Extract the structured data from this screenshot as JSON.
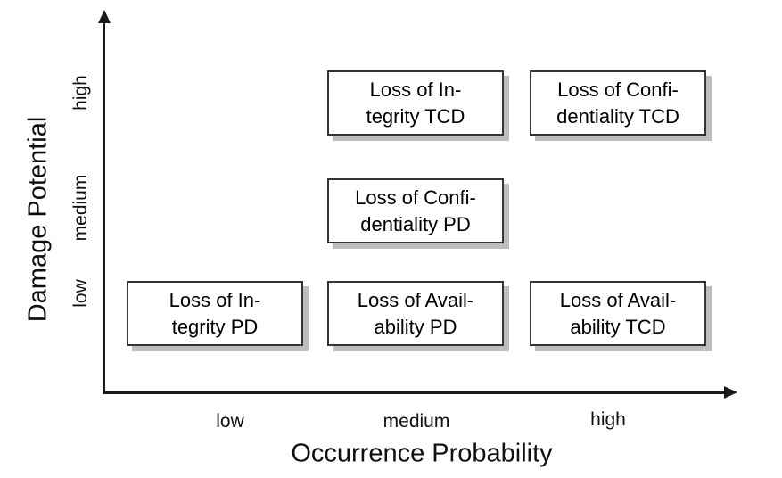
{
  "chart": {
    "xlabel": "Occurrence Probability",
    "ylabel": "Damage Potential",
    "x_ticks": [
      "low",
      "medium",
      "high"
    ],
    "y_ticks": [
      "low",
      "medium",
      "high"
    ]
  },
  "boxes": [
    {
      "line1": "Loss of In-",
      "line2": "tegrity TCD",
      "occurrence_probability": "medium",
      "damage_potential": "high"
    },
    {
      "line1": "Loss of Confi-",
      "line2": "dentiality TCD",
      "occurrence_probability": "high",
      "damage_potential": "high"
    },
    {
      "line1": "Loss of Confi-",
      "line2": "dentiality PD",
      "occurrence_probability": "medium",
      "damage_potential": "medium"
    },
    {
      "line1": "Loss of In-",
      "line2": "tegrity PD",
      "occurrence_probability": "low",
      "damage_potential": "low"
    },
    {
      "line1": "Loss of Avail-",
      "line2": "ability PD",
      "occurrence_probability": "medium",
      "damage_potential": "low"
    },
    {
      "line1": "Loss of Avail-",
      "line2": "ability TCD",
      "occurrence_probability": "high",
      "damage_potential": "low"
    }
  ],
  "chart_data": {
    "type": "scatter",
    "title": "",
    "xlabel": "Occurrence Probability",
    "ylabel": "Damage Potential",
    "x_ticks": [
      "low",
      "medium",
      "high"
    ],
    "y_ticks": [
      "low",
      "medium",
      "high"
    ],
    "grid": false,
    "legend": false,
    "points": [
      {
        "label": "Loss of Integrity TCD",
        "x": "medium",
        "y": "high"
      },
      {
        "label": "Loss of Confidentiality TCD",
        "x": "high",
        "y": "high"
      },
      {
        "label": "Loss of Confidentiality PD",
        "x": "medium",
        "y": "medium"
      },
      {
        "label": "Loss of Integrity PD",
        "x": "low",
        "y": "low"
      },
      {
        "label": "Loss of Availability PD",
        "x": "medium",
        "y": "low"
      },
      {
        "label": "Loss of Availability TCD",
        "x": "high",
        "y": "low"
      }
    ]
  },
  "colors": {
    "background": "#ffffff",
    "axis": "#1a1a1a",
    "text": "#101010",
    "box_border": "#343434",
    "box_shadow": "#bdbdbd"
  }
}
